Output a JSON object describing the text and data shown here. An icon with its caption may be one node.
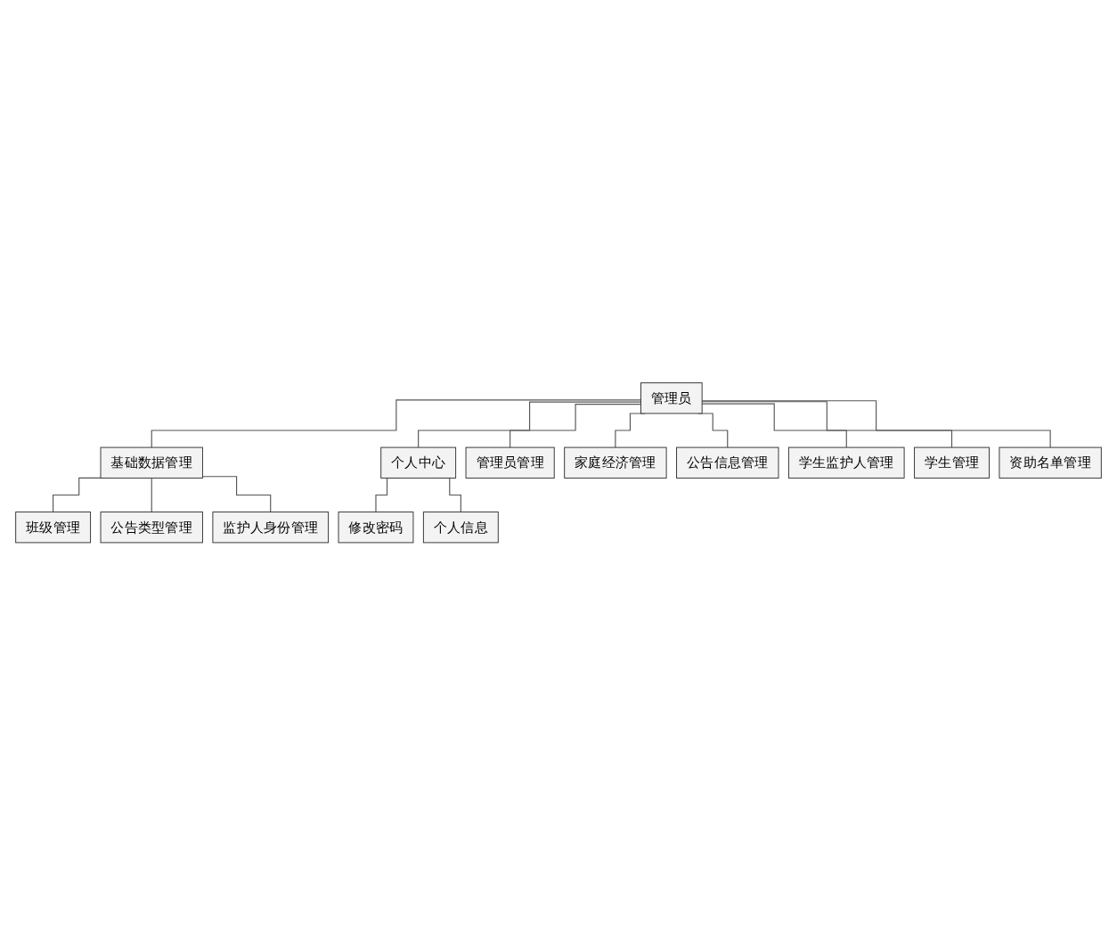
{
  "diagram": {
    "nodes": [
      {
        "text": [
          "管理员"
        ]
      },
      {
        "text": [
          "基础数据管理"
        ]
      },
      {
        "text": [
          "个人中心"
        ]
      },
      {
        "text": [
          "管理员管理"
        ]
      },
      {
        "text": [
          "家庭经济管理"
        ]
      },
      {
        "text": [
          "公告信息管理"
        ]
      },
      {
        "text": [
          "学生监护人管理"
        ]
      },
      {
        "text": [
          "学生管理"
        ]
      },
      {
        "text": [
          "资助名单管理"
        ]
      },
      {
        "text": [
          "班级管理"
        ]
      },
      {
        "text": [
          "公告类型管理"
        ]
      },
      {
        "text": [
          "监护人身份管理"
        ]
      },
      {
        "text": [
          "修改密码"
        ]
      },
      {
        "text": [
          "个人信息"
        ]
      }
    ],
    "edges": [
      {
        "from": 0,
        "to": 1,
        "arrow": "none"
      },
      {
        "from": 0,
        "to": 2,
        "arrow": "none"
      },
      {
        "from": 0,
        "to": 3,
        "arrow": "none"
      },
      {
        "from": 0,
        "to": 4,
        "arrow": "none"
      },
      {
        "from": 0,
        "to": 5,
        "arrow": "none"
      },
      {
        "from": 0,
        "to": 6,
        "arrow": "none"
      },
      {
        "from": 0,
        "to": 7,
        "arrow": "none"
      },
      {
        "from": 0,
        "to": 8,
        "arrow": "none"
      },
      {
        "from": 1,
        "to": 9,
        "arrow": "none"
      },
      {
        "from": 1,
        "to": 10,
        "arrow": "none"
      },
      {
        "from": 1,
        "to": 11,
        "arrow": "none"
      },
      {
        "from": 2,
        "to": 12,
        "arrow": "none"
      },
      {
        "from": 2,
        "to": 13,
        "arrow": "none"
      }
    ]
  }
}
